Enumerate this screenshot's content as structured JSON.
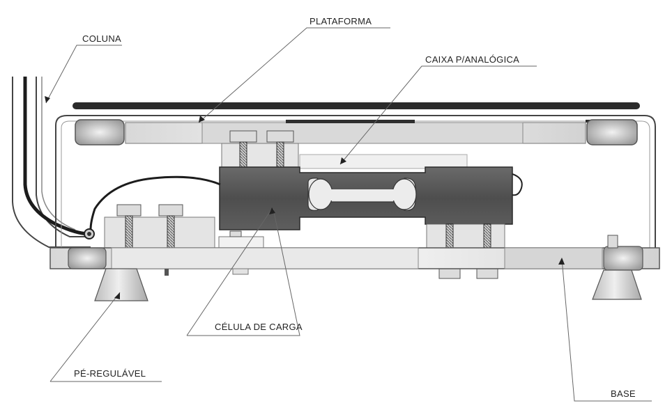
{
  "labels": {
    "coluna": "COLUNA",
    "plataforma": "PLATAFORMA",
    "caixa": "CAIXA P/ANALÓGICA",
    "celula": "CÉLULA DE CARGA",
    "pe": "PÉ-REGULÁVEL",
    "base": "BASE"
  },
  "colors": {
    "line": "#333333",
    "leader": "#666666",
    "cell": "#5a5a5a",
    "slot": "#e8e8e8",
    "platform_top": "#2b2b2b",
    "metal_light": "#ececec",
    "metal_mid": "#cfcfcf"
  }
}
